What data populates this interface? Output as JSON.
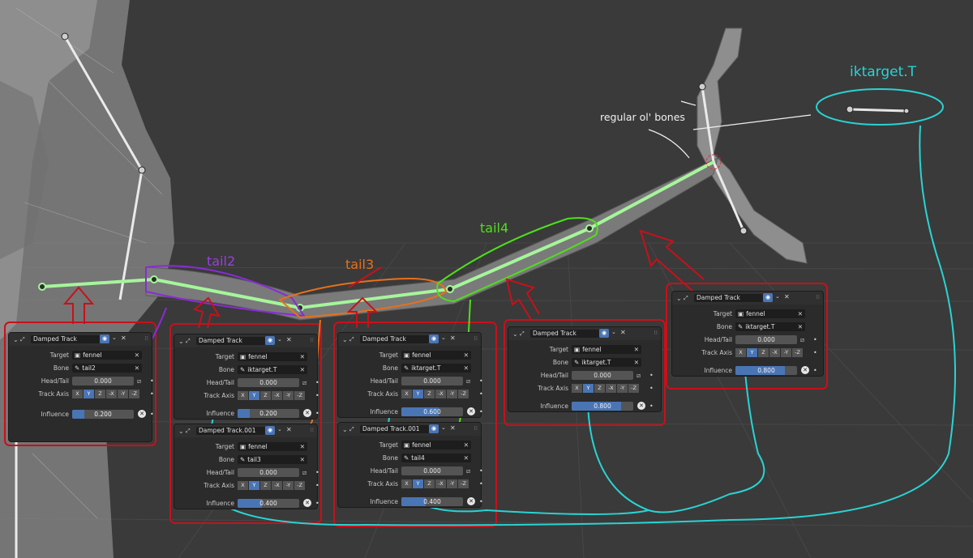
{
  "annotations": {
    "tail2": "tail2",
    "tail3": "tail3",
    "tail4": "tail4",
    "iktarget": "iktarget.T",
    "regular": "regular ol' bones"
  },
  "colors": {
    "red": "#c9101a",
    "purple": "#8b2bd6",
    "orange": "#e8701a",
    "green": "#4ee01c",
    "cyan": "#2ad3d3",
    "accent": "#4a75b5"
  },
  "labels": {
    "target": "Target",
    "bone": "Bone",
    "head_tail": "Head/Tail",
    "track_axis": "Track Axis",
    "influence": "Influence"
  },
  "axes": [
    "X",
    "Y",
    "Z",
    "-X",
    "-Y",
    "-Z"
  ],
  "constraints": [
    {
      "name": "Damped Track",
      "target": "fennel",
      "bone": "tail2",
      "head_tail": "0.000",
      "influence": "0.200",
      "active_axis": "Y"
    },
    {
      "name": "Damped Track",
      "target": "fennel",
      "bone": "iktarget.T",
      "head_tail": "0.000",
      "influence": "0.200",
      "active_axis": "Y"
    },
    {
      "name": "Damped Track.001",
      "target": "fennel",
      "bone": "tail3",
      "head_tail": "0.000",
      "influence": "0.400",
      "active_axis": "Y"
    },
    {
      "name": "Damped Track",
      "target": "fennel",
      "bone": "iktarget.T",
      "head_tail": "0.000",
      "influence": "0.600",
      "active_axis": "Y"
    },
    {
      "name": "Damped Track.001",
      "target": "fennel",
      "bone": "tail4",
      "head_tail": "0.000",
      "influence": "0.400",
      "active_axis": "Y"
    },
    {
      "name": "Damped Track",
      "target": "fennel",
      "bone": "iktarget.T",
      "head_tail": "0.000",
      "influence": "0.800",
      "active_axis": "Y"
    },
    {
      "name": "Damped Track",
      "target": "fennel",
      "bone": "iktarget.T",
      "head_tail": "0.000",
      "influence": "0.800",
      "active_axis": "Y"
    }
  ],
  "icons": {
    "eye": "eye-icon",
    "close": "close-icon",
    "bone": "bone-icon",
    "object": "object-icon",
    "constraint": "constraint-icon"
  }
}
